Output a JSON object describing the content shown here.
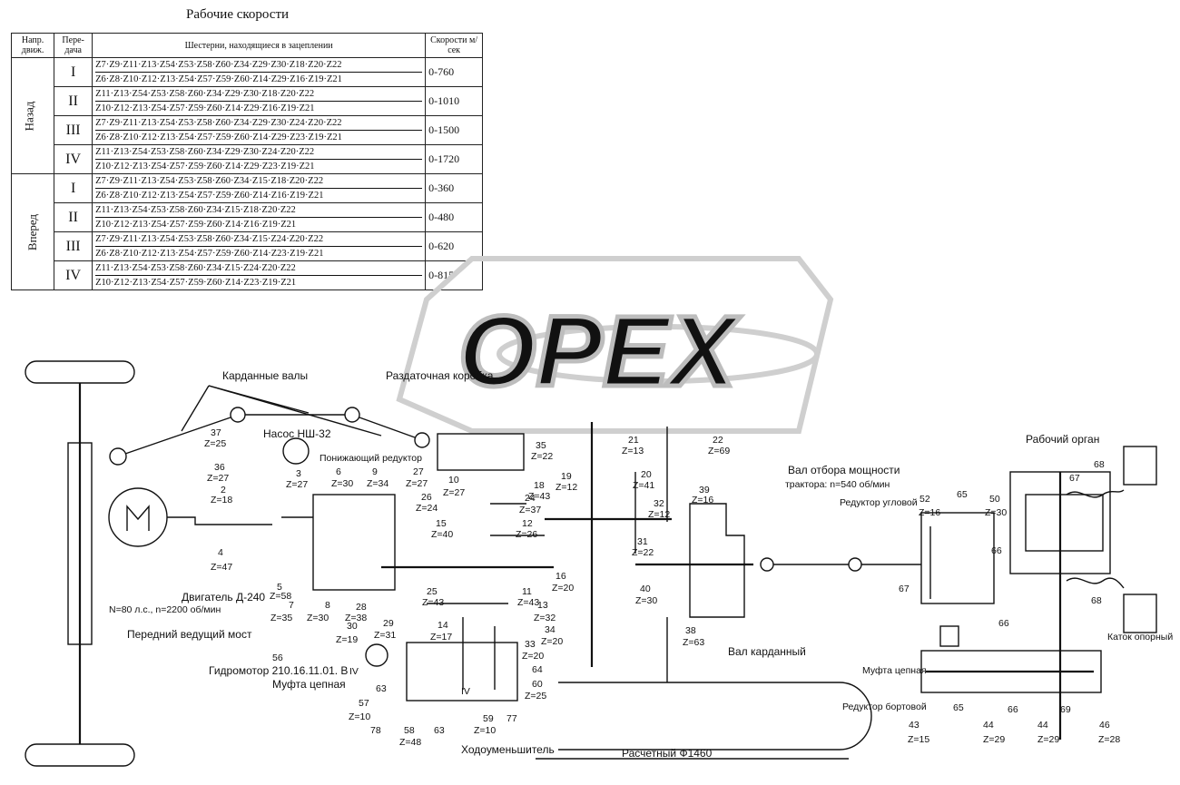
{
  "table": {
    "title": "Рабочие скорости",
    "headers": {
      "direction": "Напр. движ.",
      "gear": "Пере-дача",
      "gears_engaged": "Шестерни, находящиеся в зацеплении",
      "speed": "Скорости м/сек"
    },
    "groups": [
      {
        "direction": "Назад",
        "rows": [
          {
            "gear": "I",
            "top": "Z7·Z9·Z11·Z13·Z54·Z53·Z58·Z60·Z34·Z29·Z30·Z18·Z20·Z22",
            "bottom": "Z6·Z8·Z10·Z12·Z13·Z54·Z57·Z59·Z60·Z14·Z29·Z16·Z19·Z21",
            "speed": "0-760"
          },
          {
            "gear": "II",
            "top": "Z11·Z13·Z54·Z53·Z58·Z60·Z34·Z29·Z30·Z18·Z20·Z22",
            "bottom": "Z10·Z12·Z13·Z54·Z57·Z59·Z60·Z14·Z29·Z16·Z19·Z21",
            "speed": "0-1010"
          },
          {
            "gear": "III",
            "top": "Z7·Z9·Z11·Z13·Z54·Z53·Z58·Z60·Z34·Z29·Z30·Z24·Z20·Z22",
            "bottom": "Z6·Z8·Z10·Z12·Z13·Z54·Z57·Z59·Z60·Z14·Z29·Z23·Z19·Z21",
            "speed": "0-1500"
          },
          {
            "gear": "IV",
            "top": "Z11·Z13·Z54·Z53·Z58·Z60·Z34·Z29·Z30·Z24·Z20·Z22",
            "bottom": "Z10·Z12·Z13·Z54·Z57·Z59·Z60·Z14·Z29·Z23·Z19·Z21",
            "speed": "0-1720"
          }
        ]
      },
      {
        "direction": "Вперед",
        "rows": [
          {
            "gear": "I",
            "top": "Z7·Z9·Z11·Z13·Z54·Z53·Z58·Z60·Z34·Z15·Z18·Z20·Z22",
            "bottom": "Z6·Z8·Z10·Z12·Z13·Z54·Z57·Z59·Z60·Z14·Z16·Z19·Z21",
            "speed": "0-360"
          },
          {
            "gear": "II",
            "top": "Z11·Z13·Z54·Z53·Z58·Z60·Z34·Z15·Z18·Z20·Z22",
            "bottom": "Z10·Z12·Z13·Z54·Z57·Z59·Z60·Z14·Z16·Z19·Z21",
            "speed": "0-480"
          },
          {
            "gear": "III",
            "top": "Z7·Z9·Z11·Z13·Z54·Z53·Z58·Z60·Z34·Z15·Z24·Z20·Z22",
            "bottom": "Z6·Z8·Z10·Z12·Z13·Z54·Z57·Z59·Z60·Z14·Z23·Z19·Z21",
            "speed": "0-620"
          },
          {
            "gear": "IV",
            "top": "Z11·Z13·Z54·Z53·Z58·Z60·Z34·Z15·Z24·Z20·Z22",
            "bottom": "Z10·Z12·Z13·Z54·Z57·Z59·Z60·Z14·Z23·Z19·Z21",
            "speed": "0-815"
          }
        ]
      }
    ]
  },
  "watermark": "OPEX",
  "labels": {
    "cardan_shafts": "Карданные валы",
    "transfer_box": "Раздаточная коробка",
    "pump": "Насос НШ-32",
    "reducer_down": "Понижающий редуктор",
    "engine": "Двигатель Д-240",
    "engine_spec": "N=80 л.с., n=2200 об/мин",
    "front_axle": "Передний ведущий мост",
    "hydromotor": "Гидромотор 210.16.11.01. В",
    "chain_coupling_left": "Муфта цепная",
    "creeper": "Ходоуменьшитель",
    "calc_diameter": "Расчетный Ф1460",
    "pto_shaft": "Вал отбора мощности",
    "pto_spec": "трактора: n=540 об/мин",
    "angle_reducer": "Редуктор угловой",
    "work_organ": "Рабочий орган",
    "cardan_shaft": "Вал карданный",
    "chain_coupling_right": "Муфта цепная",
    "side_reducer": "Редуктор бортовой",
    "roller": "Каток опорный"
  },
  "parts": [
    {
      "id": "p37",
      "t": "37"
    },
    {
      "id": "z25a",
      "t": "Z=25"
    },
    {
      "id": "p36",
      "t": "36"
    },
    {
      "id": "z27a",
      "t": "Z=27"
    },
    {
      "id": "p2",
      "t": "2"
    },
    {
      "id": "z18",
      "t": "Z=18"
    },
    {
      "id": "p3",
      "t": "3"
    },
    {
      "id": "z27b",
      "t": "Z=27"
    },
    {
      "id": "p4",
      "t": "4"
    },
    {
      "id": "z47",
      "t": "Z=47"
    },
    {
      "id": "p5",
      "t": "5"
    },
    {
      "id": "z58",
      "t": "Z=58"
    },
    {
      "id": "p6",
      "t": "6"
    },
    {
      "id": "z30a",
      "t": "Z=30"
    },
    {
      "id": "p9",
      "t": "9"
    },
    {
      "id": "z34",
      "t": "Z=34"
    },
    {
      "id": "p27",
      "t": "27"
    },
    {
      "id": "z27c",
      "t": "Z=27"
    },
    {
      "id": "p10",
      "t": "10"
    },
    {
      "id": "z27d",
      "t": "Z=27"
    },
    {
      "id": "p35",
      "t": "35"
    },
    {
      "id": "z22",
      "t": "Z=22"
    },
    {
      "id": "p26",
      "t": "26"
    },
    {
      "id": "z24",
      "t": "Z=24"
    },
    {
      "id": "p15",
      "t": "15"
    },
    {
      "id": "z40",
      "t": "Z=40"
    },
    {
      "id": "p7",
      "t": "7"
    },
    {
      "id": "z35",
      "t": "Z=35"
    },
    {
      "id": "p8",
      "t": "8"
    },
    {
      "id": "z30b",
      "t": "Z=30"
    },
    {
      "id": "p28",
      "t": "28"
    },
    {
      "id": "z38",
      "t": "Z=38"
    },
    {
      "id": "p30",
      "t": "30"
    },
    {
      "id": "z19",
      "t": "Z=19"
    },
    {
      "id": "p29",
      "t": "29"
    },
    {
      "id": "z31",
      "t": "Z=31"
    },
    {
      "id": "p25",
      "t": "25"
    },
    {
      "id": "z43a",
      "t": "Z=43"
    },
    {
      "id": "p14",
      "t": "14"
    },
    {
      "id": "z17",
      "t": "Z=17"
    },
    {
      "id": "p18",
      "t": "18"
    },
    {
      "id": "z43b",
      "t": "Z=43"
    },
    {
      "id": "p24",
      "t": "24"
    },
    {
      "id": "z37",
      "t": "Z=37"
    },
    {
      "id": "p12",
      "t": "12"
    },
    {
      "id": "z26",
      "t": "Z=26"
    },
    {
      "id": "p19",
      "t": "19"
    },
    {
      "id": "z12a",
      "t": "Z=12"
    },
    {
      "id": "p21",
      "t": "21"
    },
    {
      "id": "z13",
      "t": "Z=13"
    },
    {
      "id": "p20",
      "t": "20"
    },
    {
      "id": "z41",
      "t": "Z=41"
    },
    {
      "id": "p22",
      "t": "22"
    },
    {
      "id": "z69",
      "t": "Z=69"
    },
    {
      "id": "p32",
      "t": "32"
    },
    {
      "id": "z12b",
      "t": "Z=12"
    },
    {
      "id": "p31",
      "t": "31"
    },
    {
      "id": "z22b",
      "t": "Z=22"
    },
    {
      "id": "p39",
      "t": "39"
    },
    {
      "id": "z16a",
      "t": "Z=16"
    },
    {
      "id": "p16",
      "t": "16"
    },
    {
      "id": "z20a",
      "t": "Z=20"
    },
    {
      "id": "p11",
      "t": "11"
    },
    {
      "id": "z43c",
      "t": "Z=43"
    },
    {
      "id": "p13",
      "t": "13"
    },
    {
      "id": "z32",
      "t": "Z=32"
    },
    {
      "id": "p34",
      "t": "34"
    },
    {
      "id": "z20b",
      "t": "Z=20"
    },
    {
      "id": "p40",
      "t": "40"
    },
    {
      "id": "z30c",
      "t": "Z=30"
    },
    {
      "id": "p38",
      "t": "38"
    },
    {
      "id": "z63",
      "t": "Z=63"
    },
    {
      "id": "p33",
      "t": "33"
    },
    {
      "id": "z20c",
      "t": "Z=20"
    },
    {
      "id": "p64",
      "t": "64"
    },
    {
      "id": "p60",
      "t": "60"
    },
    {
      "id": "z25b",
      "t": "Z=25"
    },
    {
      "id": "p56",
      "t": "56"
    },
    {
      "id": "p57",
      "t": "57"
    },
    {
      "id": "z10a",
      "t": "Z=10"
    },
    {
      "id": "p78",
      "t": "78"
    },
    {
      "id": "p58",
      "t": "58"
    },
    {
      "id": "z48",
      "t": "Z=48"
    },
    {
      "id": "p63a",
      "t": "63"
    },
    {
      "id": "p63b",
      "t": "63"
    },
    {
      "id": "p59",
      "t": "59"
    },
    {
      "id": "z10b",
      "t": "Z=10"
    },
    {
      "id": "p77",
      "t": "77"
    },
    {
      "id": "rIV1",
      "t": "IV"
    },
    {
      "id": "rIV2",
      "t": "IV"
    },
    {
      "id": "p52",
      "t": "52"
    },
    {
      "id": "z16b",
      "t": "Z=16"
    },
    {
      "id": "p65a",
      "t": "65"
    },
    {
      "id": "p50",
      "t": "50"
    },
    {
      "id": "z30d",
      "t": "Z=30"
    },
    {
      "id": "p66a",
      "t": "66"
    },
    {
      "id": "p67a",
      "t": "67"
    },
    {
      "id": "p67b",
      "t": "67"
    },
    {
      "id": "p68a",
      "t": "68"
    },
    {
      "id": "p68b",
      "t": "68"
    },
    {
      "id": "p66b",
      "t": "66"
    },
    {
      "id": "p66c",
      "t": "66"
    },
    {
      "id": "p65b",
      "t": "65"
    },
    {
      "id": "p43",
      "t": "43"
    },
    {
      "id": "z15",
      "t": "Z=15"
    },
    {
      "id": "p44a",
      "t": "44"
    },
    {
      "id": "z29a",
      "t": "Z=29"
    },
    {
      "id": "p44b",
      "t": "44"
    },
    {
      "id": "z29b",
      "t": "Z=29"
    },
    {
      "id": "p69",
      "t": "69"
    },
    {
      "id": "p46",
      "t": "46"
    },
    {
      "id": "z28",
      "t": "Z=28"
    }
  ]
}
